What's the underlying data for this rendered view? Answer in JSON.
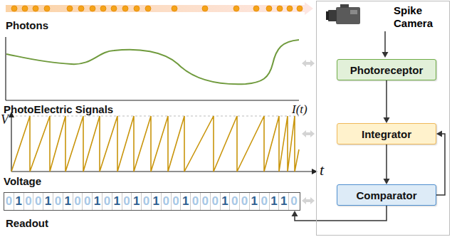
{
  "diagram": {
    "nodes": [
      {
        "text": [
          "Spike Camera"
        ]
      },
      {
        "text": [
          "Photoreceptor"
        ],
        "in": 0
      },
      {
        "text": [
          "Integrator"
        ],
        "in": 0
      },
      {
        "text": [
          "Comparator"
        ],
        "in": 0
      },
      {
        "text": [
          "0",
          "1",
          "0",
          "0",
          "1",
          "0",
          "1",
          "0",
          "0",
          "1",
          "0",
          "1",
          "0",
          "1",
          "0",
          "1",
          "0",
          "0",
          "1",
          "0",
          "0",
          "0",
          "1",
          "0",
          "0",
          "1",
          "0",
          "1",
          "1",
          "0",
          "Readout"
        ]
      }
    ],
    "edges": [
      {
        "from": 1,
        "to": 2,
        "arrow": "to"
      },
      {
        "from": 2,
        "to": 3,
        "arrow": "to"
      },
      {
        "from": 3,
        "to": 2,
        "arrow": "to"
      },
      {
        "from": 3,
        "to": 4,
        "arrow": "to"
      }
    ],
    "labels": [
      "Photons",
      "PhotoElectric Signals",
      "I(t)",
      "V",
      "Voltage",
      "t"
    ]
  }
}
